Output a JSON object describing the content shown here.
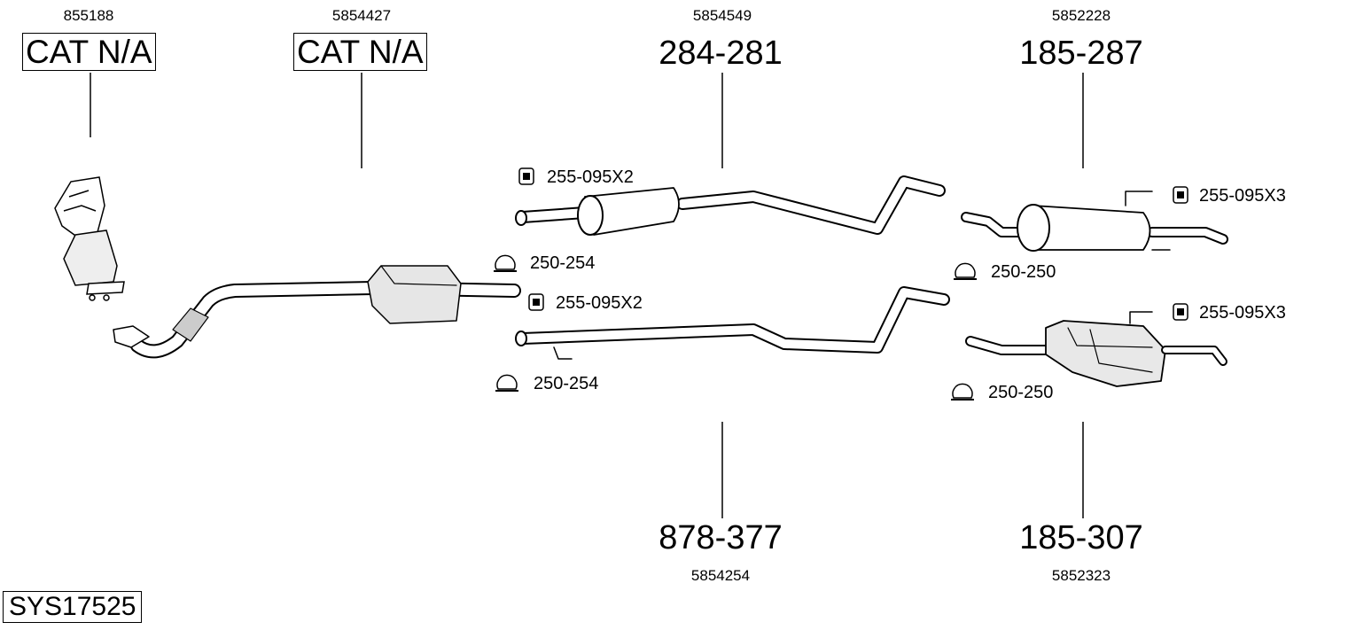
{
  "parts": {
    "manifold": {
      "number": "855188",
      "code": "CAT N/A"
    },
    "catalyst": {
      "number": "5854427",
      "code": "CAT N/A"
    },
    "front_silencer": {
      "number": "5854549",
      "code": "284-281"
    },
    "front_pipe_alt": {
      "number": "5854254",
      "code": "878-377"
    },
    "rear_silencer": {
      "number": "5852228",
      "code": "185-287"
    },
    "rear_silencer_alt": {
      "number": "5852323",
      "code": "185-307"
    }
  },
  "accessories": {
    "mount_front": "255-095X2",
    "clamp_front": "250-254",
    "mount_front_alt": "255-095X2",
    "clamp_front_alt": "250-254",
    "mount_rear": "255-095X3",
    "clamp_rear": "250-250",
    "mount_rear_alt": "255-095X3",
    "clamp_rear_alt": "250-250"
  },
  "system_id": "SYS17525"
}
